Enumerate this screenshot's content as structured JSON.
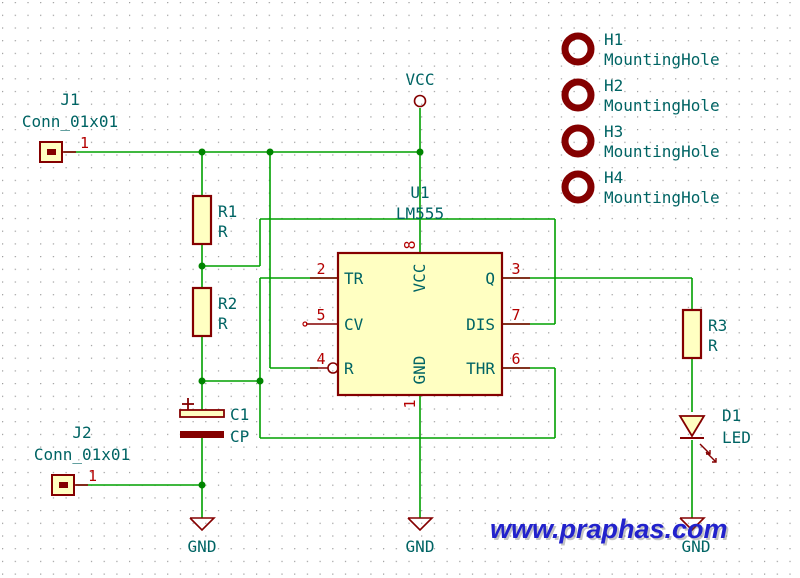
{
  "power": {
    "vcc": "VCC",
    "gnd1": "GND",
    "gnd2": "GND",
    "gnd3": "GND"
  },
  "connectors": {
    "j1": {
      "ref": "J1",
      "value": "Conn_01x01",
      "pin": "1"
    },
    "j2": {
      "ref": "J2",
      "value": "Conn_01x01",
      "pin": "1"
    }
  },
  "resistors": {
    "r1": {
      "ref": "R1",
      "value": "R"
    },
    "r2": {
      "ref": "R2",
      "value": "R"
    },
    "r3": {
      "ref": "R3",
      "value": "R"
    }
  },
  "capacitor": {
    "ref": "C1",
    "value": "CP"
  },
  "led": {
    "ref": "D1",
    "value": "LED"
  },
  "ic": {
    "ref": "U1",
    "value": "LM555",
    "pins": {
      "tr": {
        "num": "2",
        "name": "TR"
      },
      "cv": {
        "num": "5",
        "name": "CV"
      },
      "r": {
        "num": "4",
        "name": "R"
      },
      "vcc": {
        "num": "8",
        "name": "VCC"
      },
      "gnd": {
        "num": "1",
        "name": "GND"
      },
      "q": {
        "num": "3",
        "name": "Q"
      },
      "dis": {
        "num": "7",
        "name": "DIS"
      },
      "thr": {
        "num": "6",
        "name": "THR"
      }
    }
  },
  "mounting_holes": [
    {
      "ref": "H1",
      "value": "MountingHole"
    },
    {
      "ref": "H2",
      "value": "MountingHole"
    },
    {
      "ref": "H3",
      "value": "MountingHole"
    },
    {
      "ref": "H4",
      "value": "MountingHole"
    }
  ],
  "watermark": "www.praphas.com",
  "colors": {
    "wire": "#00a000",
    "component": "#840000",
    "text": "#006464",
    "pin_number": "#b40000",
    "watermark": "#2222cc"
  }
}
